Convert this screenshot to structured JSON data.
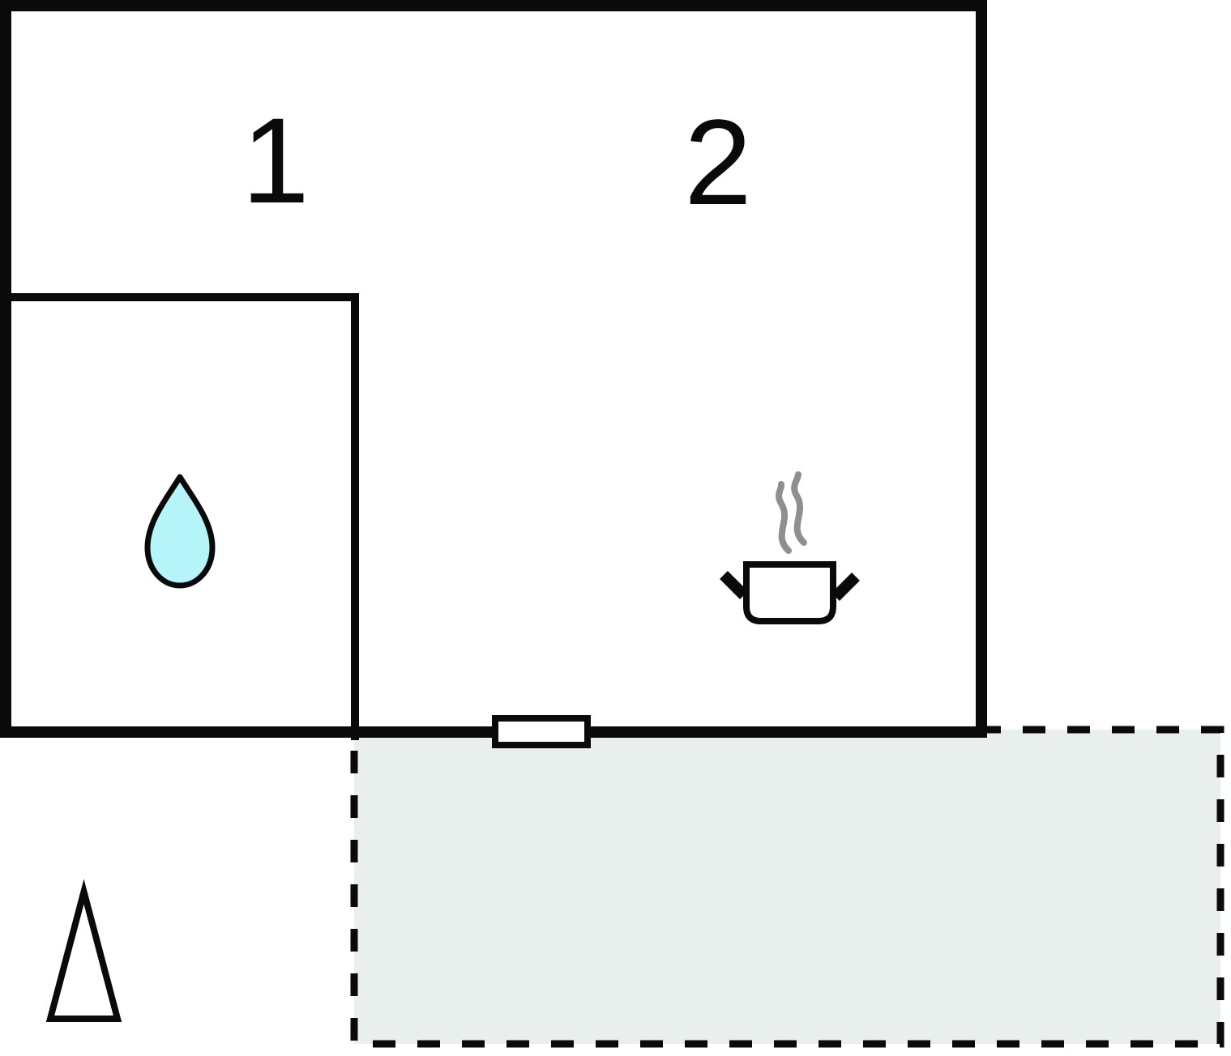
{
  "plan": {
    "rooms": [
      {
        "label": "1"
      },
      {
        "label": "2"
      }
    ],
    "icons": {
      "water_drop": "water-drop-icon",
      "cooking_pot": "cooking-pot-icon",
      "steam": "steam-icon",
      "north_arrow": "north-arrow-icon",
      "door_opening": "door-opening",
      "terrace": "terrace-area"
    },
    "colors": {
      "wall": "#0a0a0a",
      "room_fill": "#ffffff",
      "terrace_fill": "#e8efed",
      "drop_fill": "#b5f5fa",
      "steam": "#8f8f8f",
      "background": "#ffffff"
    }
  }
}
